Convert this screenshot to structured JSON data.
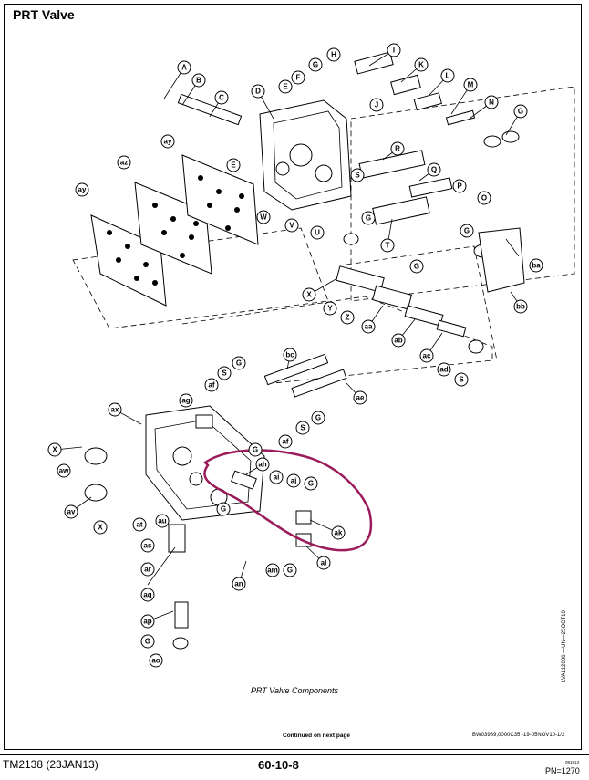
{
  "page": {
    "title": "PRT Valve",
    "caption": "PRT Valve Components",
    "continued": "Continued on next page",
    "reference_code": "BW03989,0000C35 -19-05NOV10-1/2",
    "side_reference": "LVAL12086 —UN—25OCT10",
    "footer_left": "TM2138 (23JAN13)",
    "footer_center": "60-10-8",
    "footer_date": "091913",
    "footer_pn": "PN=1270"
  },
  "callouts": {
    "A": "A",
    "B": "B",
    "C": "C",
    "D": "D",
    "E1": "E",
    "E2": "E",
    "F": "F",
    "G1": "G",
    "H": "H",
    "I": "I",
    "J": "J",
    "K": "K",
    "L": "L",
    "M": "M",
    "N": "N",
    "G2": "G",
    "ay1": "ay",
    "az": "az",
    "ay2": "ay",
    "W": "W",
    "V": "V",
    "U": "U",
    "R": "R",
    "S1": "S",
    "Q": "Q",
    "P": "P",
    "O": "O",
    "T": "T",
    "G3": "G",
    "G4": "G",
    "G5": "G",
    "ba": "ba",
    "bb": "bb",
    "X1": "X",
    "Y": "Y",
    "Z": "Z",
    "aa": "aa",
    "ab": "ab",
    "ac": "ac",
    "ad": "ad",
    "S2": "S",
    "bc": "bc",
    "G6": "G",
    "S3": "S",
    "af1": "af",
    "ag": "ag",
    "ae": "ae",
    "G7": "G",
    "S4": "S",
    "af2": "af",
    "ax": "ax",
    "X2": "X",
    "aw": "aw",
    "G8": "G",
    "ah": "ah",
    "ai": "ai",
    "aj": "aj",
    "G9": "G",
    "ak": "ak",
    "av": "av",
    "X3": "X",
    "at": "at",
    "au": "au",
    "G10": "G",
    "as": "as",
    "ar": "ar",
    "aq": "aq",
    "ap": "ap",
    "G11": "G",
    "ao": "ao",
    "an": "an",
    "am": "am",
    "G12": "G",
    "al": "al"
  },
  "annotation_color": "#9b1b5a"
}
